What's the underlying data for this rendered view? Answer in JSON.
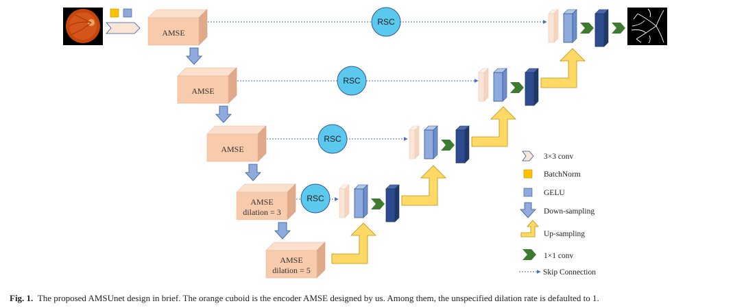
{
  "encoder": [
    {
      "label": "AMSE",
      "sublabel": ""
    },
    {
      "label": "AMSE",
      "sublabel": ""
    },
    {
      "label": "AMSE",
      "sublabel": ""
    },
    {
      "label": "AMSE",
      "sublabel": "dilation = 3"
    },
    {
      "label": "AMSE",
      "sublabel": "dilation = 5"
    }
  ],
  "rsc": [
    "RSC",
    "RSC",
    "RSC",
    "RSC"
  ],
  "legend": {
    "conv3": "3×3 conv",
    "batchnorm": "BatchNorm",
    "gelu": "GELU",
    "down": "Down-sampling",
    "up": "Up-sampling",
    "conv1": "1×1 conv",
    "skip": "Skip Connection"
  },
  "caption": {
    "label": "Fig. 1.",
    "text": "The proposed AMSUnet design in brief. The orange cuboid is the encoder AMSE designed by us. Among them, the unspecified dilation rate is defaulted to 1."
  },
  "colors": {
    "amse_front": "#f8cbad",
    "amse_top": "#fbe0cd",
    "amse_side": "#e0a98a",
    "rsc": "#5bc8ee",
    "skip": "#4472c4",
    "conv3": "#fbe5d6",
    "gelu": "#8faadc",
    "conv1": "#3e7a2f",
    "dark_block": "#2f4b8f",
    "up": "#ffd966",
    "down": "#8faadc",
    "batchnorm": "#ffc000"
  }
}
